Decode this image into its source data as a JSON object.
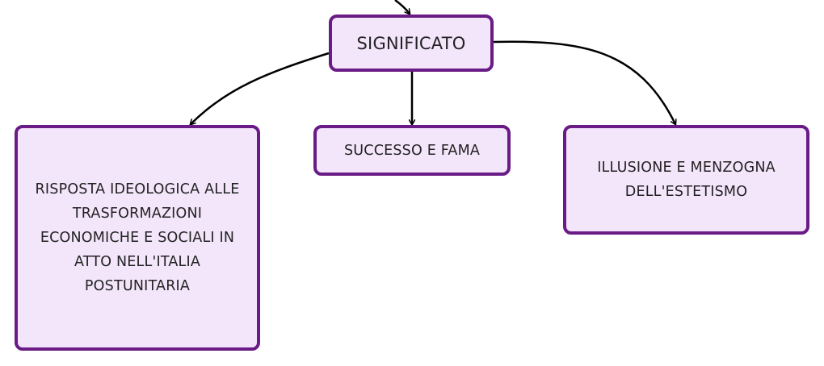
{
  "colors": {
    "node_fill": "#f3e6fb",
    "node_border": "#6a1b86",
    "connector": "#000000",
    "text": "#222222"
  },
  "nodes": {
    "root": "SIGNIFICATO",
    "left": "RISPOSTA IDEOLOGICA ALLE TRASFORMAZIONI ECONOMICHE E SOCIALI IN ATTO NELL'ITALIA POSTUNITARIA",
    "middle": "SUCCESSO E FAMA",
    "right": "ILLUSIONE E MENZOGNA DELL'ESTETISMO"
  },
  "edges": [
    {
      "from": "above",
      "to": "root"
    },
    {
      "from": "root",
      "to": "left"
    },
    {
      "from": "root",
      "to": "middle"
    },
    {
      "from": "root",
      "to": "right"
    }
  ]
}
